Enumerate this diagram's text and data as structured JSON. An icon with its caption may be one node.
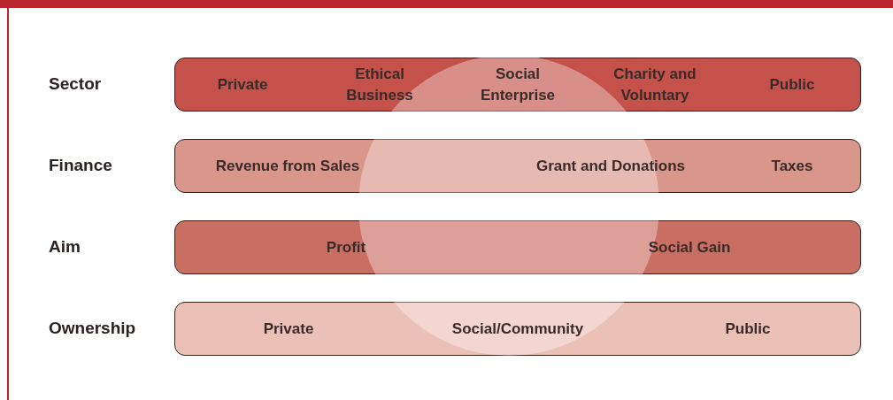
{
  "diagram": {
    "nodes": [
      {
        "text": [
          "Private",
          "Ethical Business",
          "Social Enterprise",
          "Charity and Voluntary",
          "Public"
        ]
      },
      {
        "text": [
          "Revenue from Sales",
          "Grant and Donations",
          "Taxes"
        ]
      },
      {
        "text": [
          "Profit",
          "Social Gain"
        ]
      },
      {
        "text": [
          "Private",
          "Social/Community",
          "Public"
        ]
      }
    ],
    "labels": [
      "Sector",
      "Finance",
      "Aim",
      "Ownership"
    ]
  }
}
